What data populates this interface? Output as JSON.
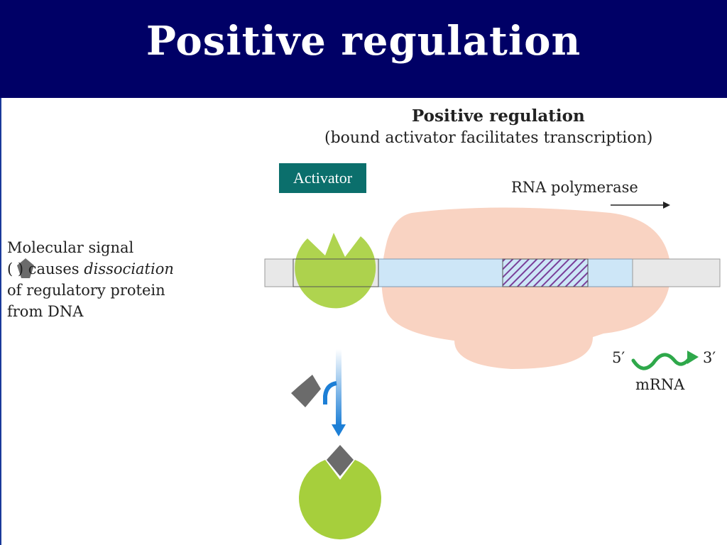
{
  "slide": {
    "title": "Positive regulation"
  },
  "figure": {
    "heading": "Positive regulation",
    "subheading": "(bound activator facilitates transcription)",
    "activator_label": "Activator",
    "rna_polymerase_label": "RNA polymerase",
    "molecular_signal_lines": [
      "Molecular signal",
      "(     ) causes dissociation",
      "of regulatory protein",
      "from DNA"
    ],
    "mrna_label": "mRNA",
    "five_prime": "5′",
    "three_prime": "3′"
  },
  "colors": {
    "title_bar": "#000066",
    "activator_protein": "#a6cf3c",
    "rna_polymerase": "#f9d3c2",
    "dna_gray": "#e8e8e8",
    "dna_blue": "#cde6f7",
    "promoter_hatch": "#7a3f99",
    "arrow_blue": "#1d7fd6",
    "mrna_green": "#2ea84a",
    "signal_gray": "#6b6b6b",
    "activator_label_bg": "#0b6f6c"
  }
}
